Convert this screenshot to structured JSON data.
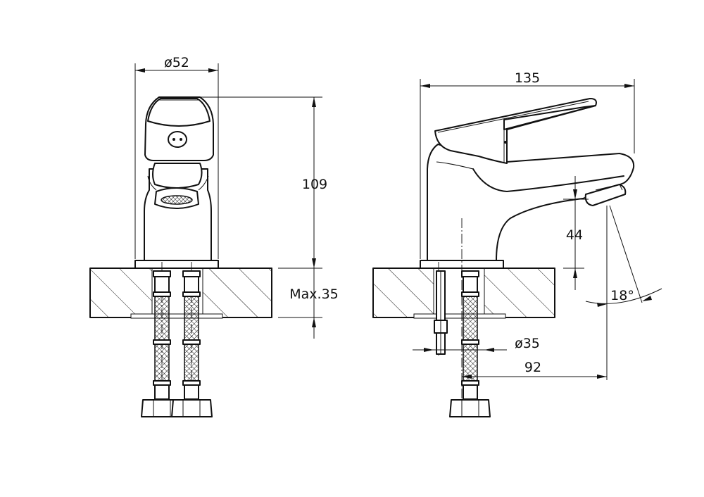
{
  "dimensions": {
    "front_width": "ø52",
    "front_height": "109",
    "max_thickness": "Max.35",
    "side_length": "135",
    "spout_clearance": "44",
    "hole_diameter": "ø35",
    "spout_reach": "92",
    "spout_angle": "18°"
  }
}
